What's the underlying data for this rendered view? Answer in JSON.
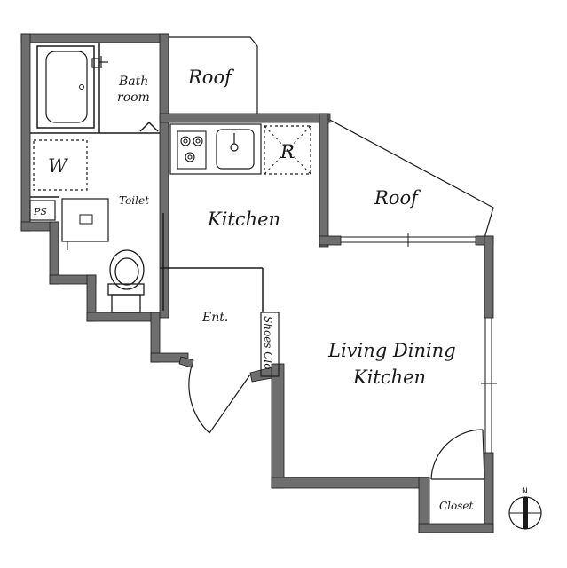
{
  "labels": {
    "bathroom_line1": "Bath",
    "bathroom_line2": "room",
    "roof_top": "Roof",
    "roof_right": "Roof",
    "washer": "W",
    "pipe_space": "PS",
    "toilet": "Toilet",
    "kitchen": "Kitchen",
    "refrigerator": "R",
    "entrance": "Ent.",
    "shoes_closet": "Shoes Clo",
    "ldk_line1": "Living Dining",
    "ldk_line2": "Kitchen",
    "closet": "Closet",
    "north": "N"
  },
  "colors": {
    "wall": "#6e6e6e",
    "wall_outline": "#1a1a1a",
    "line": "#1a1a1a",
    "background": "#ffffff"
  }
}
